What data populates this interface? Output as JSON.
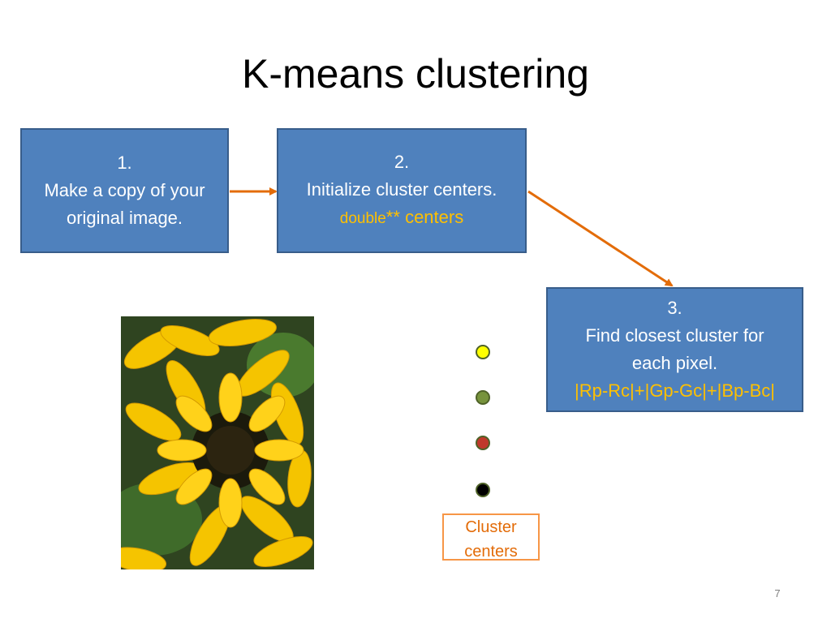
{
  "slide": {
    "title": "K-means clustering",
    "page_number": "7"
  },
  "steps": [
    {
      "number": "1.",
      "lines": [
        "Make a copy of your",
        "original image."
      ]
    },
    {
      "number": "2.",
      "lines": [
        "Initialize cluster centers."
      ],
      "code_type": "double",
      "code_rest": "** centers"
    },
    {
      "number": "3.",
      "lines": [
        "Find closest cluster for",
        "each pixel."
      ],
      "formula": "|Rp-Rc|+|Gp-Gc|+|Bp-Bc|"
    }
  ],
  "cluster_centers": {
    "label_line1": "Cluster",
    "label_line2": "centers",
    "colors": [
      "#ffff00",
      "#77933c",
      "#c0392b",
      "#000000"
    ]
  },
  "colors": {
    "box_fill": "#4f81bd",
    "arrow": "#e36c09",
    "code_text": "#ffc000",
    "label_text": "#e36c09"
  },
  "image": {
    "icon": "sunflower-photo"
  }
}
